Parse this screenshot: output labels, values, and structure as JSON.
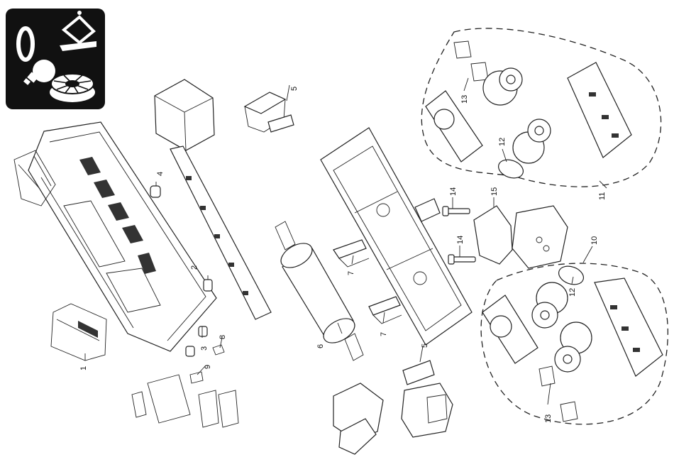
{
  "icon_badge": {
    "bg_color": "#111111",
    "symbols": [
      "grease-ring-icon",
      "lubricant-can-icon",
      "bulb-icon",
      "wheel-icon"
    ]
  },
  "labels": {
    "p1": "1",
    "p2": "2",
    "p3": "3",
    "p4": "4",
    "p5a": "5",
    "p5b": "5",
    "p6": "6",
    "p7a": "7",
    "p7b": "7",
    "p8": "8",
    "p9": "9",
    "p10": "10",
    "p11": "11",
    "p12a": "12",
    "p12b": "12",
    "p13a": "13",
    "p13b": "13",
    "p14a": "14",
    "p14b": "14",
    "p15": "15"
  }
}
